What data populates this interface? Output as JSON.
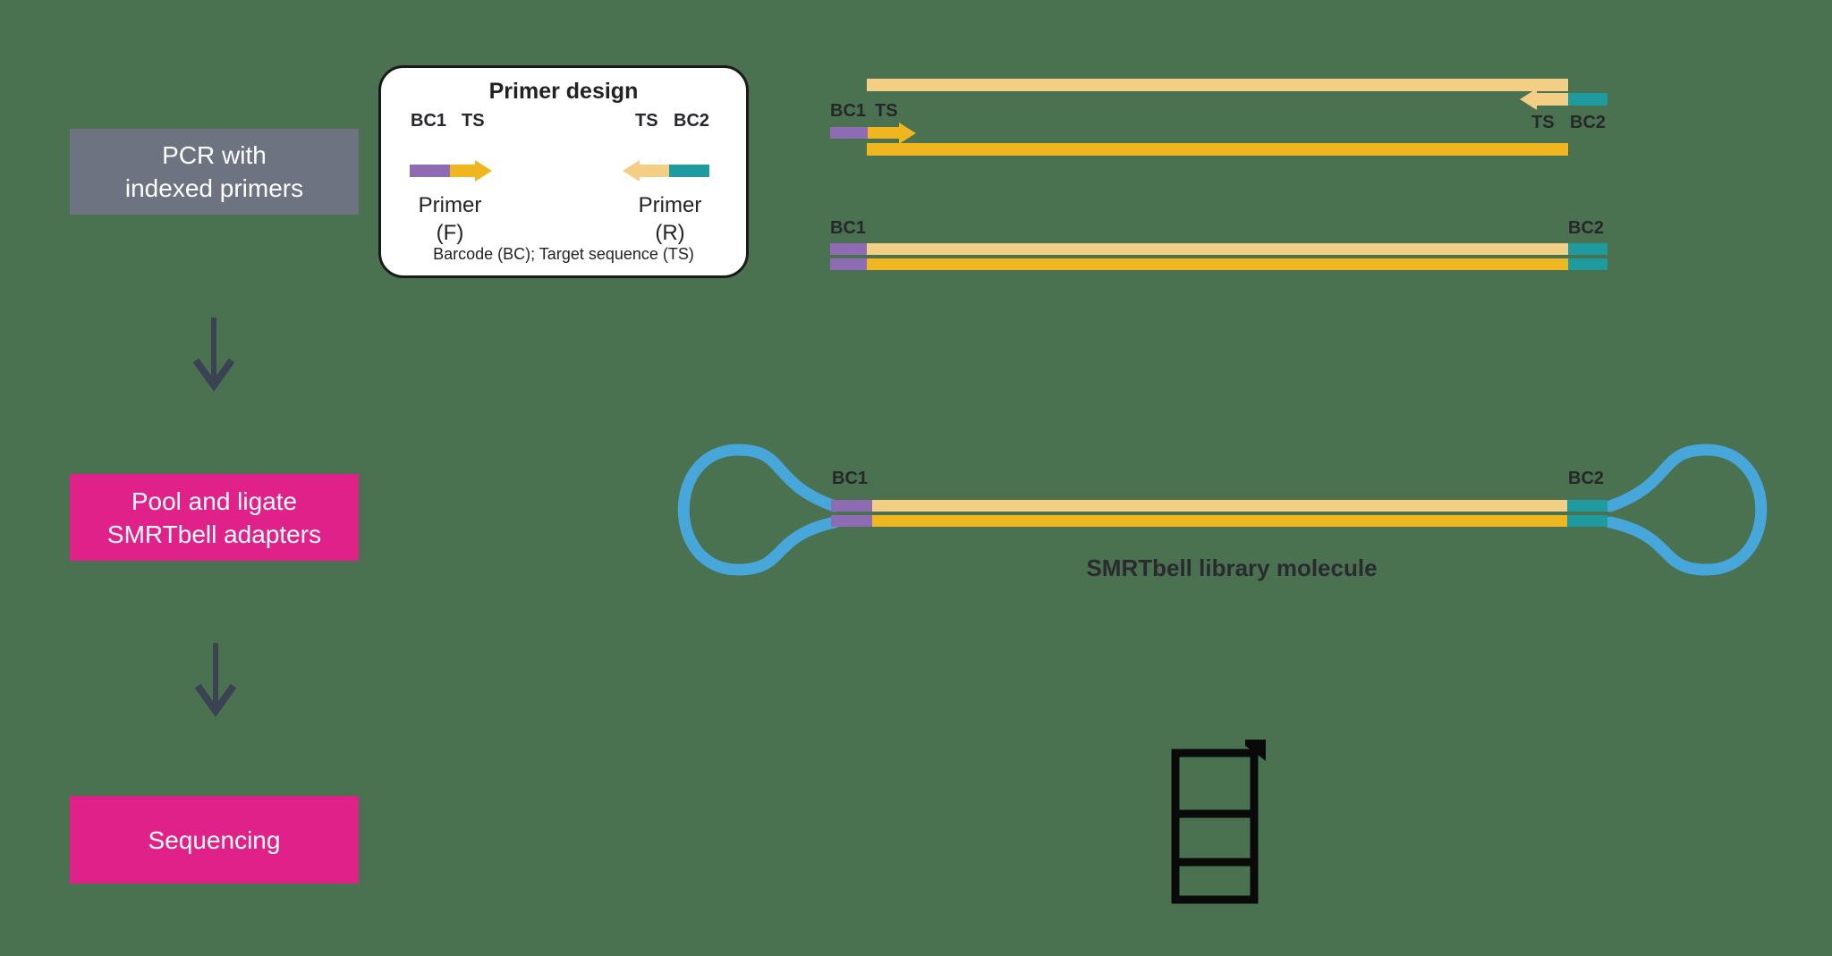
{
  "colors": {
    "background": "#4a7150",
    "step_gray": "#6e7382",
    "step_pink": "#e0218a",
    "strand_tan": "#f2cf85",
    "strand_gold": "#f0b61f",
    "barcode_purple": "#8d6cb4",
    "barcode_teal": "#1f9a9e",
    "adapter_blue": "#47a7db",
    "arrow_dark": "#3b4251",
    "text_dark": "#27262b"
  },
  "steps": [
    {
      "line1": "PCR with",
      "line2": "indexed primers"
    },
    {
      "line1": "Pool and ligate",
      "line2": "SMRTbell adapters"
    },
    {
      "line1": "Sequencing"
    }
  ],
  "primer_design": {
    "title": "Primer design",
    "forward": {
      "barcode": "BC1",
      "target": "TS",
      "name": "Primer",
      "suffix": "(F)"
    },
    "reverse": {
      "target": "TS",
      "barcode": "BC2",
      "name": "Primer",
      "suffix": "(R)"
    },
    "legend": "Barcode (BC); Target sequence (TS)"
  },
  "labels": {
    "bc1": "BC1",
    "bc2": "BC2",
    "ts": "TS"
  },
  "smrtbell": {
    "caption": "SMRTbell library molecule"
  }
}
